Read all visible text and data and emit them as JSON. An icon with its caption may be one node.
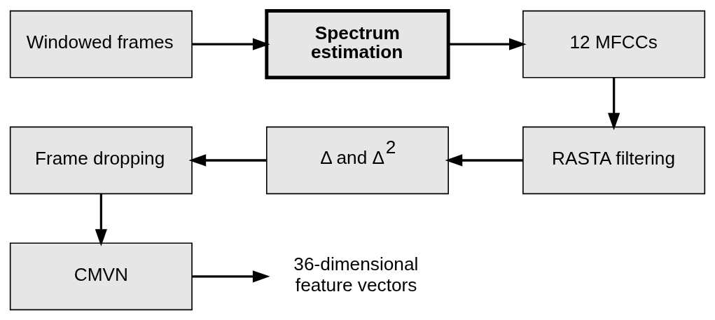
{
  "diagram": {
    "nodes": [
      {
        "text": [
          "Windowed frames"
        ]
      },
      {
        "text": [
          "Spectrum estimation"
        ]
      },
      {
        "text": [
          "12 MFCCs"
        ]
      },
      {
        "text": [
          "RASTA filtering"
        ]
      },
      {
        "text": [
          "Δ and Δ$^{2}$"
        ]
      },
      {
        "text": [
          "Frame dropping"
        ]
      },
      {
        "text": [
          "CMVN"
        ]
      },
      {
        "text": [
          "36-dimensional feature vectors"
        ]
      }
    ],
    "edges": [
      {
        "from": 0,
        "to": 1,
        "arrow": "to"
      },
      {
        "from": 1,
        "to": 2,
        "arrow": "to"
      },
      {
        "from": 2,
        "to": 3,
        "arrow": "to"
      },
      {
        "from": 3,
        "to": 4,
        "arrow": "to"
      },
      {
        "from": 4,
        "to": 5,
        "arrow": "to"
      },
      {
        "from": 5,
        "to": 6,
        "arrow": "to"
      },
      {
        "from": 6,
        "to": 7,
        "arrow": "to"
      }
    ]
  }
}
